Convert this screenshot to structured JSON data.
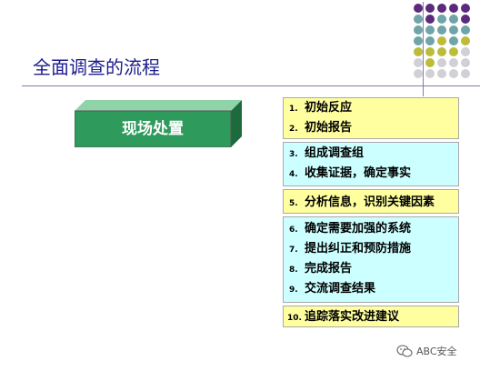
{
  "title": "全面调查的流程",
  "box_label": "现场处置",
  "step_groups": [
    {
      "steps": [
        {
          "num": "1.",
          "text": "初始反应"
        },
        {
          "num": "2.",
          "text": "初始报告"
        }
      ]
    },
    {
      "steps": [
        {
          "num": "3.",
          "text": "组成调查组"
        },
        {
          "num": "4.",
          "text": "收集证据，确定事实"
        }
      ]
    },
    {
      "steps": [
        {
          "num": "5.",
          "text": "分析信息，识别关键因素"
        }
      ]
    },
    {
      "steps": [
        {
          "num": "6.",
          "text": "确定需要加强的系统"
        },
        {
          "num": "7.",
          "text": "提出纠正和预防措施"
        },
        {
          "num": "8.",
          "text": "完成报告"
        },
        {
          "num": "9.",
          "text": "交流调查结果"
        }
      ]
    },
    {
      "steps": [
        {
          "num": "10.",
          "text": "追踪落实改进建议"
        }
      ]
    }
  ],
  "watermark": "ABC安全",
  "colors": {
    "title": "#1c1c8c",
    "box_front": "#2e9a5c",
    "box_top": "#8fd4a8",
    "box_side": "#1d6b3c",
    "yellow_band": "#ffffa0",
    "cyan_band": "#ccffff",
    "dot_purple": "#5a2a7c",
    "dot_teal": "#6fa4a8",
    "dot_olive": "#bcbc3a",
    "dot_gray": "#d0d0d6"
  }
}
